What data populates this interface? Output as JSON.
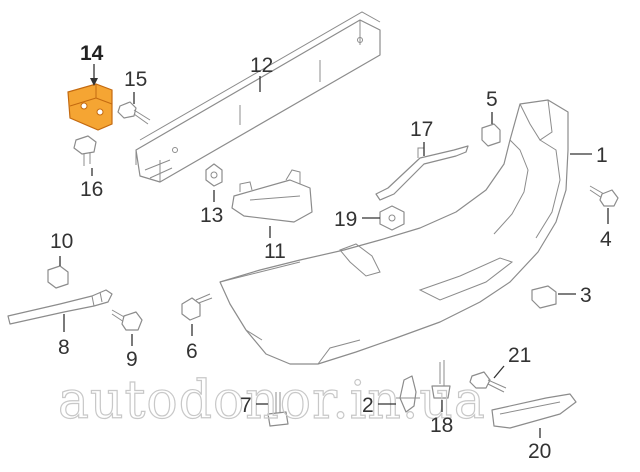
{
  "colors": {
    "highlight": "#f5a533",
    "highlight_stroke": "#c46a10",
    "line": "#8c8c8c",
    "text": "#333333"
  },
  "callouts": [
    {
      "id": "1",
      "label": "1"
    },
    {
      "id": "2",
      "label": "2"
    },
    {
      "id": "3",
      "label": "3"
    },
    {
      "id": "4",
      "label": "4"
    },
    {
      "id": "5",
      "label": "5"
    },
    {
      "id": "6",
      "label": "6"
    },
    {
      "id": "7",
      "label": "7"
    },
    {
      "id": "8",
      "label": "8"
    },
    {
      "id": "9",
      "label": "9"
    },
    {
      "id": "10",
      "label": "10"
    },
    {
      "id": "11",
      "label": "11"
    },
    {
      "id": "12",
      "label": "12"
    },
    {
      "id": "13",
      "label": "13"
    },
    {
      "id": "14",
      "label": "14",
      "highlighted": true
    },
    {
      "id": "15",
      "label": "15"
    },
    {
      "id": "16",
      "label": "16"
    },
    {
      "id": "17",
      "label": "17"
    },
    {
      "id": "18",
      "label": "18"
    },
    {
      "id": "19",
      "label": "19"
    },
    {
      "id": "20",
      "label": "20"
    },
    {
      "id": "21",
      "label": "21"
    }
  ],
  "watermark": "autodonor.in.ua"
}
